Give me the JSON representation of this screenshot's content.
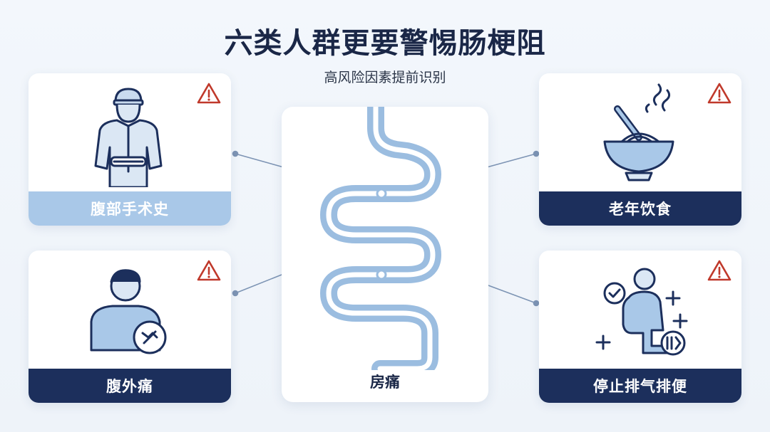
{
  "header": {
    "title": "六类人群更要警惕肠梗阻",
    "subtitle": "高风险因素提前识别"
  },
  "cards": {
    "top_left": {
      "label": "腹部手术史",
      "icon": "person-holding-abdomen-icon"
    },
    "bottom_left": {
      "label": "腹外痛",
      "icon": "person-with-pain-badge-icon"
    },
    "top_right": {
      "label": "老年饮食",
      "icon": "noodle-bowl-icon"
    },
    "bottom_right": {
      "label": "停止排气排便",
      "icon": "seated-person-check-icon"
    },
    "center": {
      "label": "房痛",
      "icon": "intestine-icon"
    }
  },
  "colors": {
    "navy": "#1c2f5c",
    "light_blue": "#a9c8e8",
    "warning_red": "#c0392b",
    "line_blue": "#2e4a7a"
  }
}
